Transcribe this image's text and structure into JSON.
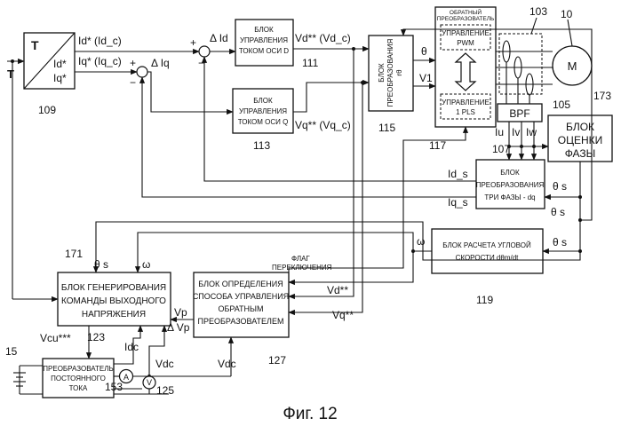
{
  "figure_caption": "Фиг. 12",
  "blocks": {
    "b109": {
      "label": "T",
      "number": "109",
      "out1": "Id*",
      "out2": "Iq*"
    },
    "b111": {
      "line1": "БЛОК",
      "line2": "УПРАВЛЕНИЯ",
      "line3": "ТОКОМ ОСИ D",
      "number": "111"
    },
    "b113": {
      "line1": "БЛОК",
      "line2": "УПРАВЛЕНИЯ",
      "line3": "ТОКОМ ОСИ Q",
      "number": "113"
    },
    "b115": {
      "line1": "БЛОК",
      "line2": "ПРЕОБРАЗОВАНИЯ",
      "line3": "rθ",
      "number": "115"
    },
    "b117": {
      "header1": "ОБРАТНЫЙ",
      "header2": "ПРЕОБРАЗОВАТЕЛЬ",
      "pwm1": "УПРАВЛЕНИЕ",
      "pwm2": "PWM",
      "pls1": "УПРАВЛЕНИЕ",
      "pls2": "1 PLS",
      "number": "117"
    },
    "b103": {
      "number": "103"
    },
    "motor": {
      "label": "M",
      "number": "10"
    },
    "b105": {
      "label": "BPF",
      "number": "105"
    },
    "b107": {
      "line1": "БЛОК",
      "line2": "ПРЕОБРАЗОВАНИЯ",
      "line3": "ТРИ ФАЗЫ - dq",
      "number": "107"
    },
    "b173": {
      "line1": "БЛОК",
      "line2": "ОЦЕНКИ",
      "line3": "ФАЗЫ",
      "number": "173"
    },
    "b119": {
      "line1": "БЛОК РАСЧЕТА УГЛОВОЙ",
      "line2": "СКОРОСТИ dθm/dt",
      "number": "119"
    },
    "b171": {
      "line1": "БЛОК ГЕНЕРИРОВАНИЯ",
      "line2": "КОМАНДЫ ВЫХОДНОГО",
      "line3": "НАПРЯЖЕНИЯ",
      "number": "171"
    },
    "b127": {
      "line1": "БЛОК ОПРЕДЕЛЕНИЯ",
      "line2": "СПОСОБА УПРАВЛЕНИЯ",
      "line3": "ОБРАТНЫМ",
      "line4": "ПРЕОБРАЗОВАТЕЛЕМ",
      "number": "127"
    },
    "b123": {
      "line1": "ПРЕОБРАЗОВАТЕЛЬ",
      "line2": "ПОСТОЯННОГО",
      "line3": "ТОКА",
      "number": "123"
    }
  },
  "signals": {
    "t_in": "T",
    "id_cmd": "Id* (Id_c)",
    "iq_cmd": "Iq* (Iq_c)",
    "delta_id": "Δ Id",
    "delta_iq": "Δ Iq",
    "vd_cmd": "Vd** (Vd_c)",
    "vq_cmd": "Vq** (Vq_c)",
    "theta": "θ",
    "v1": "V1",
    "iu": "Iu",
    "iv": "Iv",
    "iw": "Iw",
    "id_s": "Id_s",
    "iq_s": "Iq_s",
    "theta_s1": "θ s",
    "theta_s2": "θ s",
    "theta_s3": "θ s",
    "theta_s4": "θ s",
    "omega1": "ω",
    "omega2": "ω",
    "flag1": "ФЛАГ",
    "flag2": "ПЕРЕКЛЮЧЕНИЯ",
    "vd_in": "Vd**",
    "vq_in": "Vq**",
    "vp": "Vp",
    "dvp": "Δ Vp",
    "vcu": "Vcu***",
    "idc": "Idc",
    "vdc1": "Vdc",
    "vdc2": "Vdc",
    "plus": "+",
    "minus": "−"
  },
  "misc": {
    "n15": "15",
    "n153": "153",
    "n125": "125",
    "ammeter": "A",
    "voltmeter": "V"
  }
}
